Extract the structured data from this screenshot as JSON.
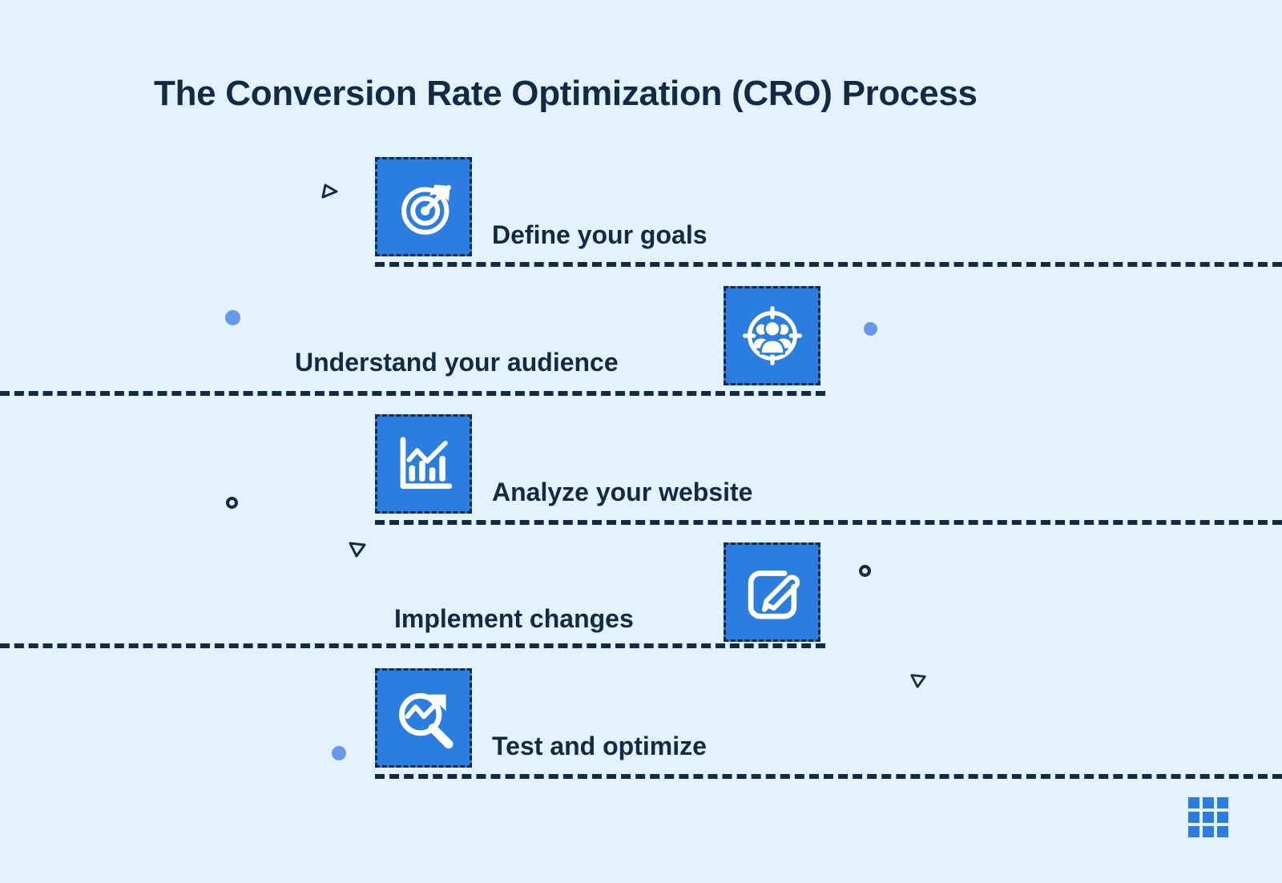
{
  "page": {
    "title": "The Conversion Rate Optimization (CRO) Process",
    "background_color": "#e3f2fd",
    "accent_color": "#2b7de0",
    "text_color": "#112a46",
    "dot_color": "#6699ee"
  },
  "steps": [
    {
      "order": "1",
      "label": "Define your goals",
      "icon": "target-arrow-icon",
      "tile_side": "left"
    },
    {
      "order": "2",
      "label": "Understand your audience",
      "icon": "audience-crosshair-icon",
      "tile_side": "right"
    },
    {
      "order": "3",
      "label": "Analyze your website",
      "icon": "bar-chart-trend-icon",
      "tile_side": "left"
    },
    {
      "order": "4",
      "label": "Implement changes",
      "icon": "edit-pencil-square-icon",
      "tile_side": "right"
    },
    {
      "order": "5",
      "label": "Test and optimize",
      "icon": "magnifier-growth-icon",
      "tile_side": "left"
    }
  ],
  "decorations": {
    "triangle_right": "triangle-right-icon",
    "triangle_down_1": "triangle-down-icon",
    "triangle_down_2": "triangle-down-icon",
    "dot_1": "filled-dot",
    "dot_2": "filled-dot",
    "dot_3": "filled-dot",
    "ring_1": "hollow-ring",
    "ring_2": "hollow-ring",
    "grid": "square-grid-decoration"
  }
}
